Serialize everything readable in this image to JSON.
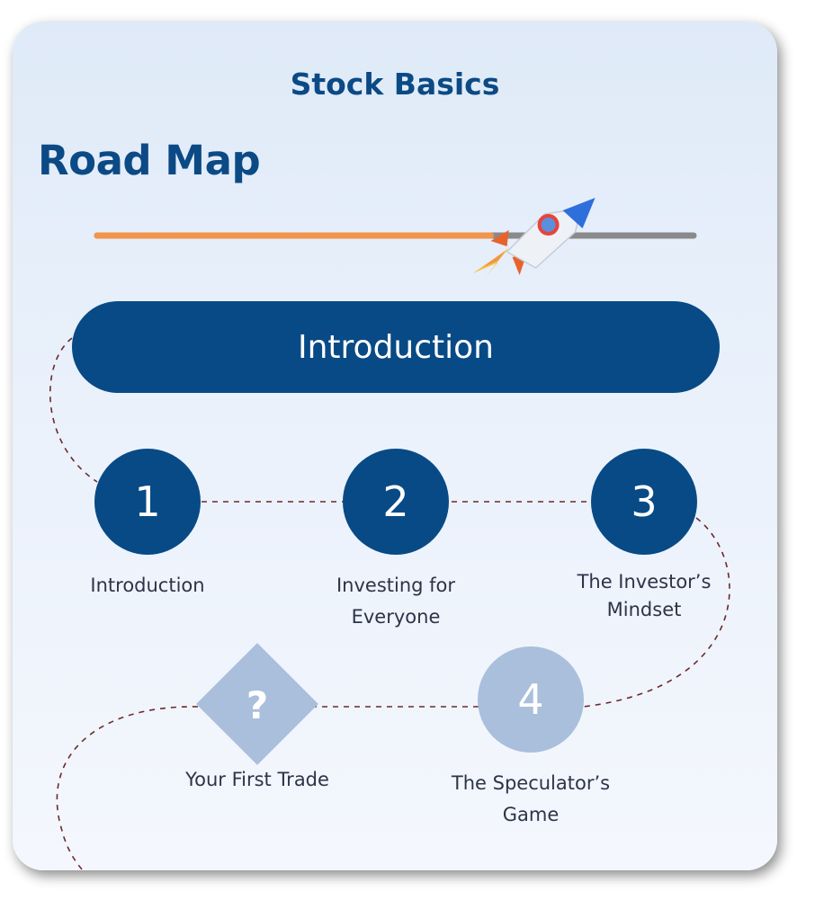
{
  "header": {
    "title": "Stock Basics"
  },
  "roadmap": {
    "title": "Road Map",
    "progress": 0.66,
    "colors": {
      "progress": "#f0954a",
      "track": "#8a8a8a",
      "node": "#084a86",
      "locked": "#a9bfdb"
    }
  },
  "section": {
    "title": "Introduction"
  },
  "steps": [
    {
      "marker": "1",
      "label": "Introduction",
      "state": "active"
    },
    {
      "marker": "2",
      "label": "Investing for Everyone",
      "state": "active"
    },
    {
      "marker": "3",
      "label": "The Investor’s Mindset",
      "state": "active"
    },
    {
      "marker": "4",
      "label": "The Speculator’s Game",
      "state": "locked"
    },
    {
      "marker": "?",
      "label": "Your First Trade",
      "state": "locked"
    }
  ],
  "icons": {
    "progress_marker": "rocket-icon",
    "quiz": "diamond-icon"
  }
}
